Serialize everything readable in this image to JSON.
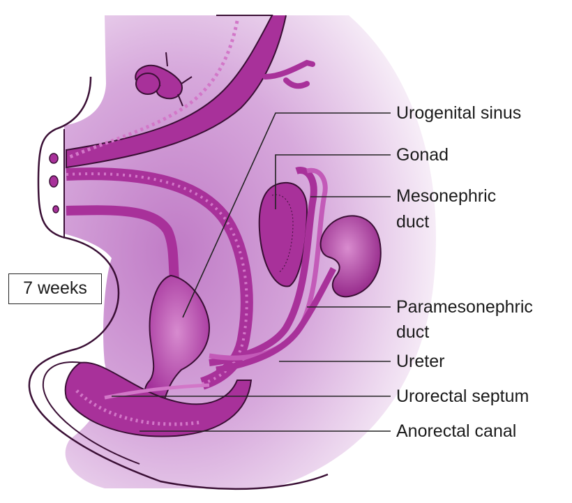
{
  "figure": {
    "stage_label": "7 weeks",
    "labels": {
      "urogenital_sinus": "Urogenital sinus",
      "gonad": "Gonad",
      "mesonephric_duct_1": "Mesonephric",
      "mesonephric_duct_2": "duct",
      "paramesonephric_duct_1": "Paramesonephric",
      "paramesonephric_duct_2": "duct",
      "ureter": "Ureter",
      "urorectal_septum": "Urorectal septum",
      "anorectal_canal": "Anorectal canal"
    },
    "colors": {
      "background_tissue": "#d9aee0",
      "organ_fill": "#a8319a",
      "organ_highlight": "#d277c8",
      "outline": "#3a0f35",
      "leader_line": "#222222"
    }
  }
}
